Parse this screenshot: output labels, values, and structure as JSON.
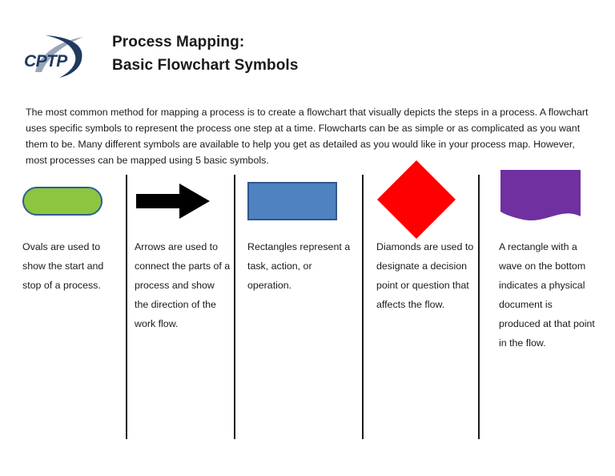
{
  "document": {
    "logo_text": "CPTP",
    "title_lines": [
      "Process Mapping:",
      "Basic Flowchart Symbols"
    ],
    "intro_paragraph": "The most common method for mapping a process is to create a flowchart that visually depicts the steps in a process.  A flowchart uses specific symbols to represent the process one step at a time. Flowcharts can be as simple or as complicated as you want them to be. Many different symbols are available to help you get as detailed as you would like in your process map. However, most processes can be mapped using 5 basic symbols."
  },
  "colors": {
    "oval_fill": "#8CC63E",
    "oval_border": "#2E5E8E",
    "arrow_fill": "#000000",
    "rectangle_fill": "#4E82C0",
    "rectangle_border": "#31588E",
    "diamond_fill": "#FF0000",
    "document_fill": "#7030A0",
    "logo_navy": "#1F3A5F",
    "logo_gray": "#9AA7B8",
    "divider": "#1C1C1C"
  },
  "symbols": [
    {
      "shape": "oval",
      "icon_name": "oval-symbol-icon",
      "caption": "Ovals are used to show the start and stop of a process."
    },
    {
      "shape": "arrow",
      "icon_name": "arrow-symbol-icon",
      "caption": "Arrows are used to connect the parts of a process and show the direction of the work flow."
    },
    {
      "shape": "rectangle",
      "icon_name": "rectangle-symbol-icon",
      "caption": "Rectangles represent a task, action, or operation."
    },
    {
      "shape": "diamond",
      "icon_name": "diamond-symbol-icon",
      "caption": "Diamonds are used to designate a decision point or question that affects the flow."
    },
    {
      "shape": "document",
      "icon_name": "document-symbol-icon",
      "caption": "A rectangle with a wave on the bottom indicates a physical document is produced at that point in the flow."
    }
  ]
}
